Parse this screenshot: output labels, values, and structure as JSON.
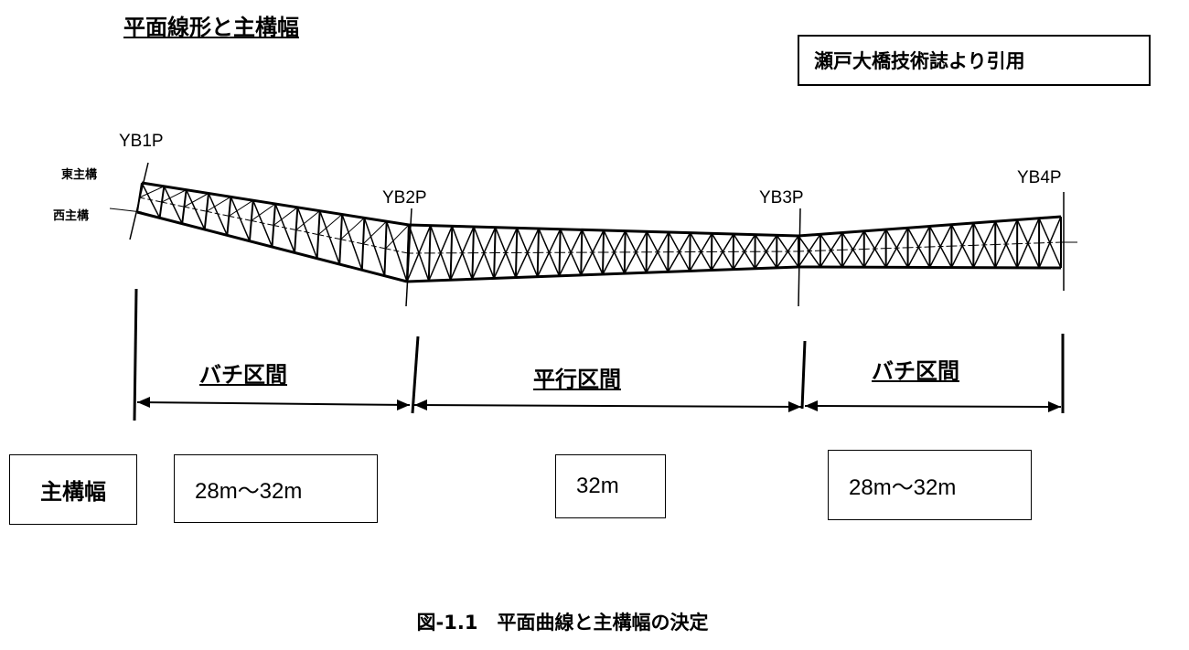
{
  "title": "平面線形と主構幅",
  "citation": "瀬戸大橋技術誌より引用",
  "piers": [
    "YB1P",
    "YB2P",
    "YB3P",
    "YB4P"
  ],
  "truss_labels": {
    "east": "東主構",
    "west": "西主構"
  },
  "sections": [
    {
      "label": "バチ区間",
      "width": "28m～32m"
    },
    {
      "label": "平行区間",
      "width": "32m"
    },
    {
      "label": "バチ区間",
      "width": "28m～32m"
    }
  ],
  "width_header": "主構幅",
  "caption": "図-1.1　平面曲線と主構幅の決定"
}
